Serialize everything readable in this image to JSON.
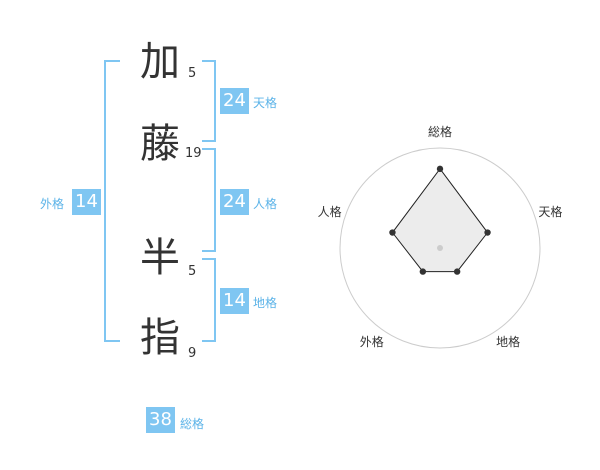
{
  "name_chars": [
    {
      "char": "加",
      "strokes": "5"
    },
    {
      "char": "藤",
      "strokes": "19"
    },
    {
      "char": "半",
      "strokes": "5"
    },
    {
      "char": "指",
      "strokes": "9"
    }
  ],
  "fortunes": {
    "tenkaku": {
      "value": "24",
      "label": "天格"
    },
    "jinkaku": {
      "value": "24",
      "label": "人格"
    },
    "chikaku": {
      "value": "14",
      "label": "地格"
    },
    "gaikaku": {
      "value": "14",
      "label": "外格"
    },
    "soukaku": {
      "value": "38",
      "label": "総格"
    }
  },
  "colors": {
    "accent": "#7fc6f2",
    "accent_text": "#5bb3e8",
    "ring": "#cccccc",
    "fill": "#eeeeee"
  },
  "chart_data": {
    "type": "radar",
    "axes": [
      "総格",
      "天格",
      "地格",
      "外格",
      "人格"
    ],
    "values": [
      38,
      24,
      14,
      14,
      24
    ],
    "range": [
      0,
      48
    ],
    "rings": 5
  }
}
